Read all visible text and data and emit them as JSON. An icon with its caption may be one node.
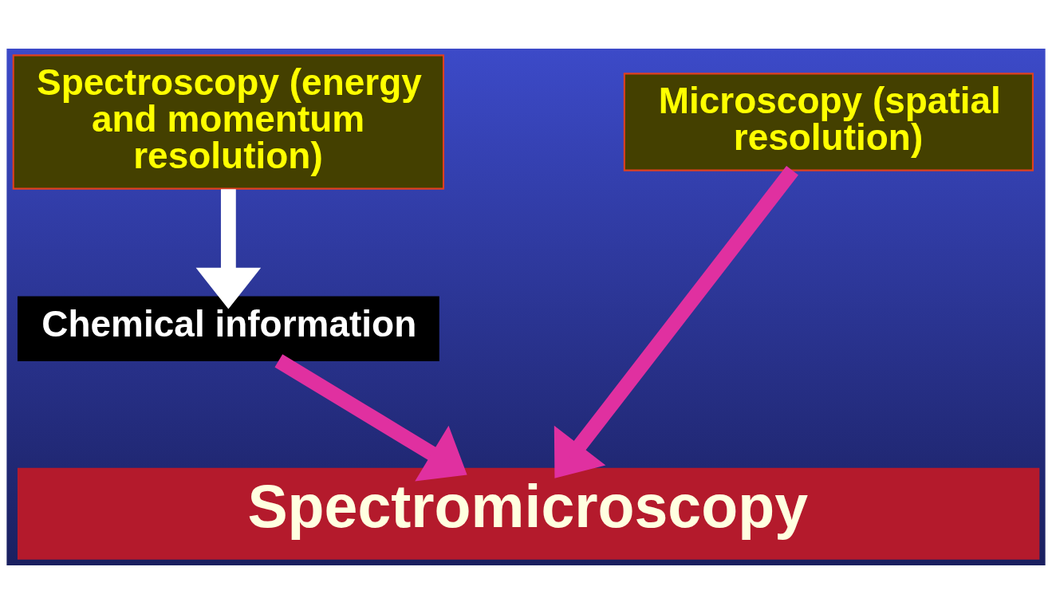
{
  "diagram": {
    "nodes": [
      {
        "text": [
          "Spectroscopy (energy and momentum resolution)"
        ]
      },
      {
        "text": [
          "Microscopy (spatial resolution)"
        ]
      },
      {
        "text": [
          "Chemical information"
        ]
      },
      {
        "text": [
          "Spectromicroscopy"
        ]
      }
    ],
    "edges": [
      {
        "from": 0,
        "to": 2,
        "arrow": "to",
        "color": "#ffffff"
      },
      {
        "from": 2,
        "to": 3,
        "arrow": "to"
      },
      {
        "from": 1,
        "to": 3,
        "arrow": "to"
      }
    ]
  }
}
